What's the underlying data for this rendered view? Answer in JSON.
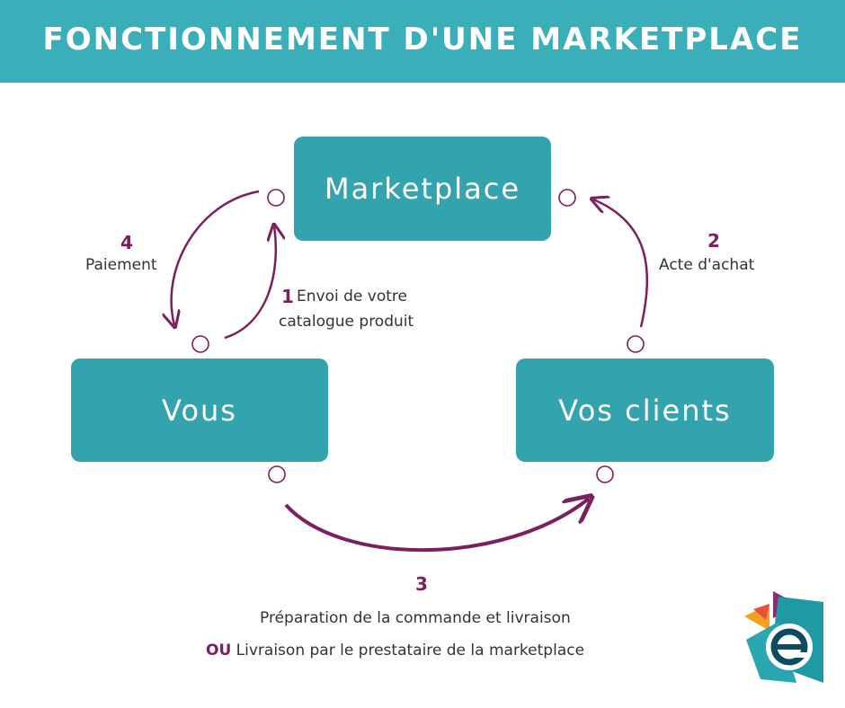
{
  "banner": {
    "title": "FONCTIONNEMENT D'UNE MARKETPLACE"
  },
  "nodes": {
    "marketplace": "Marketplace",
    "vous": "Vous",
    "clients": "Vos clients"
  },
  "steps": [
    {
      "number": "1",
      "lines": [
        "Envoi de votre",
        "catalogue produit"
      ]
    },
    {
      "number": "2",
      "lines": [
        "Acte d'achat"
      ]
    },
    {
      "number": "3",
      "lines": [
        "Préparation de la commande et livraison",
        "Livraison par le prestataire de la marketplace"
      ],
      "alt_prefix": "OU"
    },
    {
      "number": "4",
      "lines": [
        "Paiement"
      ]
    }
  ],
  "colors": {
    "banner": "#3aafb9",
    "node": "#33a3ad",
    "accent": "#7b1f5e",
    "text": "#333333"
  },
  "logo": {
    "letter": "e",
    "icon": "brand-logo-icon"
  }
}
